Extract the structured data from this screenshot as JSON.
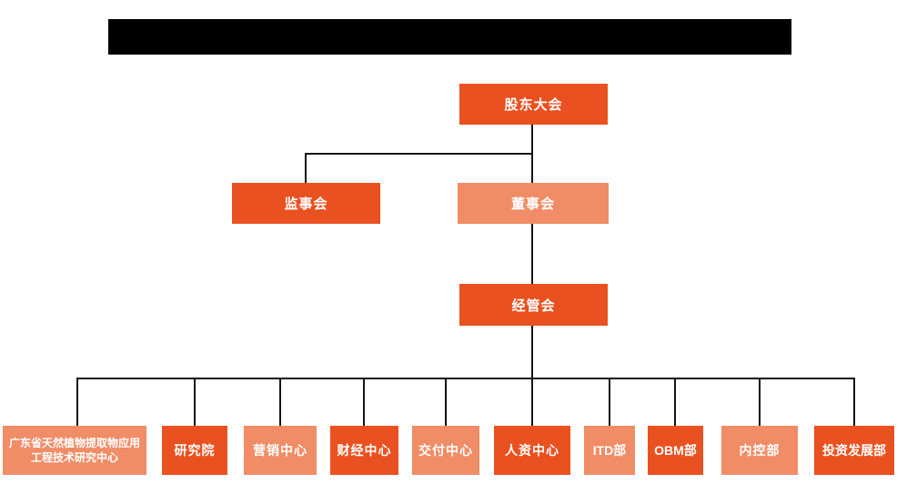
{
  "meta": {
    "kind": "organization-chart",
    "redacted_title": true
  },
  "colors": {
    "primary_orange": "#EA5120",
    "secondary_salmon": "#F08C66",
    "connector_line": "#141414",
    "node_text": "#FFFFFF",
    "redacted_bar": "#000000",
    "background": "#FFFFFF"
  },
  "org": {
    "level1": [
      {
        "label": "股东大会",
        "variant": "primary"
      }
    ],
    "level2": [
      {
        "label": "监事会",
        "variant": "primary"
      },
      {
        "label": "董事会",
        "variant": "secondary"
      }
    ],
    "level3": [
      {
        "label": "经管会",
        "variant": "primary"
      }
    ],
    "level4": [
      {
        "label": "广东省天然植物提取物应用工程技术研究中心",
        "variant": "secondary"
      },
      {
        "label": "研究院",
        "variant": "primary"
      },
      {
        "label": "营销中心",
        "variant": "secondary"
      },
      {
        "label": "财经中心",
        "variant": "primary"
      },
      {
        "label": "交付中心",
        "variant": "secondary"
      },
      {
        "label": "人资中心",
        "variant": "primary"
      },
      {
        "label": "ITD部",
        "variant": "secondary"
      },
      {
        "label": "OBM部",
        "variant": "primary"
      },
      {
        "label": "内控部",
        "variant": "secondary"
      },
      {
        "label": "投资发展部",
        "variant": "primary"
      }
    ]
  }
}
